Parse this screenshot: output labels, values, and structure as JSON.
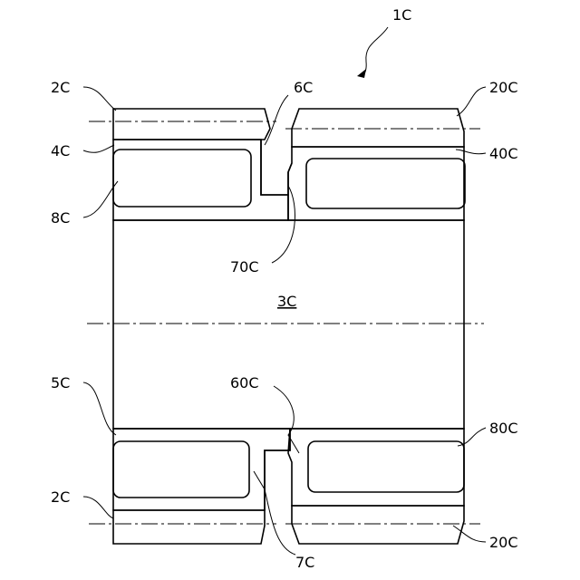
{
  "labels": {
    "assembly": "1C",
    "outer_left": "2C",
    "outer_right": "20C",
    "layer_top": "4C",
    "layer_top_right": "40C",
    "layer_bottom": "5C",
    "slit_top": "6C",
    "slit_bottom": "60C",
    "slit_bottom_edge": "7C",
    "slit_top_edge": "70C",
    "core_left": "8C",
    "core_right": "80C",
    "bore": "3C",
    "outer_left_bottom": "2C",
    "outer_right_bottom": "20C"
  }
}
